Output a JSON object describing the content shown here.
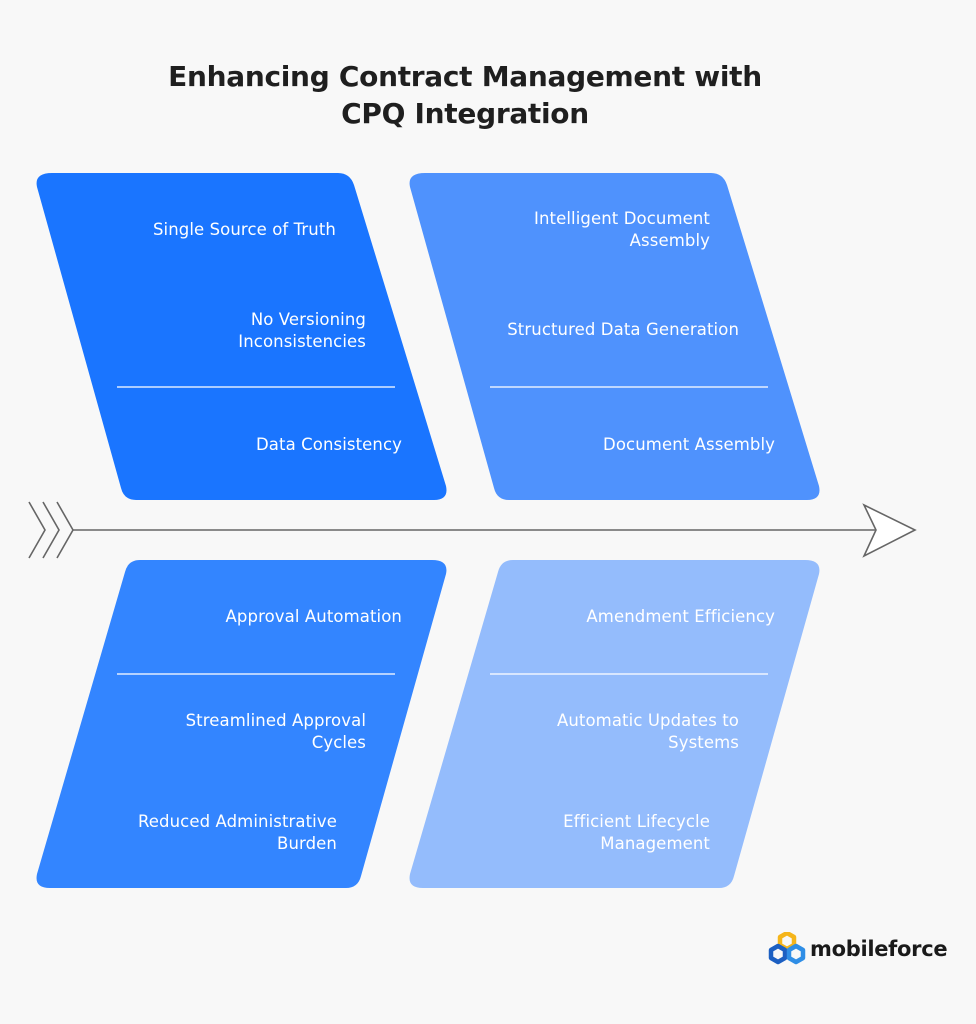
{
  "title": {
    "line1": "Enhancing Contract Management with",
    "line2": "CPQ Integration"
  },
  "colors": {
    "background": "#f8f8f8",
    "top_left_box": "#1a75ff",
    "top_right_box": "#4f92fd",
    "bottom_left_box": "#3385ff",
    "bottom_right_box": "#94bcfc",
    "spine": "#666666",
    "divider": "#ffffff",
    "title_text": "#1f1f1f"
  },
  "boxes": [
    {
      "id": "top-left",
      "items": [
        {
          "lines": [
            "Single Source of Truth"
          ]
        },
        {
          "lines": [
            "No Versioning",
            "Inconsistencies"
          ]
        },
        {
          "lines": [
            "Data Consistency"
          ]
        }
      ],
      "divider_after_item": 2
    },
    {
      "id": "top-right",
      "items": [
        {
          "lines": [
            "Intelligent Document",
            "Assembly"
          ]
        },
        {
          "lines": [
            "Structured Data Generation"
          ]
        },
        {
          "lines": [
            "Document Assembly"
          ]
        }
      ],
      "divider_after_item": 2
    },
    {
      "id": "bottom-left",
      "items": [
        {
          "lines": [
            "Approval Automation"
          ]
        },
        {
          "lines": [
            "Streamlined Approval",
            "Cycles"
          ]
        },
        {
          "lines": [
            "Reduced Administrative",
            "Burden"
          ]
        }
      ],
      "divider_after_item": 1
    },
    {
      "id": "bottom-right",
      "items": [
        {
          "lines": [
            "Amendment Efficiency"
          ]
        },
        {
          "lines": [
            "Automatic Updates to",
            "Systems"
          ]
        },
        {
          "lines": [
            "Efficient Lifecycle",
            "Management"
          ]
        }
      ],
      "divider_after_item": 1
    }
  ],
  "spine": {
    "tail_icon": "triple-chevron-tail",
    "head_icon": "arrowhead"
  },
  "logo": {
    "text": "mobileforce",
    "icon": "hexagon-chain-logo-icon"
  }
}
